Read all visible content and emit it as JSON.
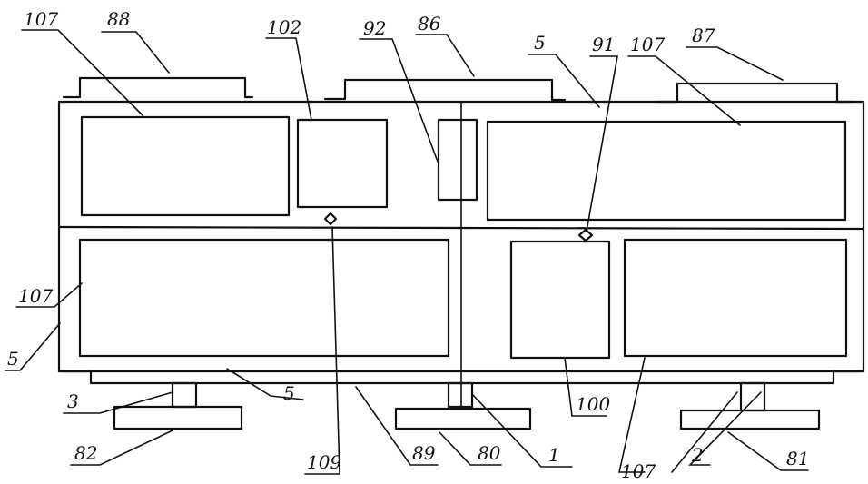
{
  "labels": {
    "l107a": "107",
    "l88": "88",
    "l102": "102",
    "l92": "92",
    "l86": "86",
    "l5a": "5",
    "l91": "91",
    "l107b": "107",
    "l87": "87",
    "l107c": "107",
    "l5b": "5",
    "l3": "3",
    "l5c": "5",
    "l82": "82",
    "l109": "109",
    "l89": "89",
    "l80": "80",
    "l1": "1",
    "l100": "100",
    "l107d": "107",
    "l2": "2",
    "l81": "81"
  }
}
